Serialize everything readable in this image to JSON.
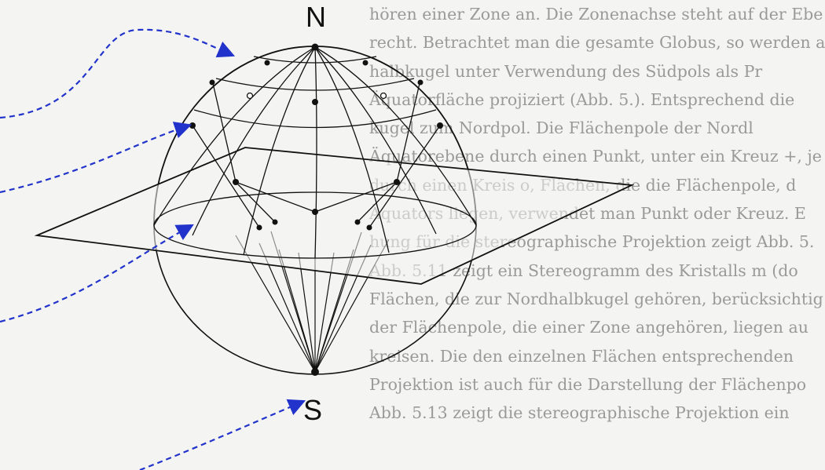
{
  "labels": {
    "north": "N",
    "south": "S"
  },
  "background_lines": [
    "hören einer Zone an. Die Zonenachse steht auf der Ebe",
    "recht. Betrachtet man die gesamte Globus, so werden a",
    "halbkugel unter Verwendung des Südpols als Pr",
    "Äquatorfläche projiziert (Abb. 5.). Entsprechend die",
    "kugel zum Nordpol. Die Flächenpole der Nordl",
    "Äquatorebene durch einen Punkt, unter ein Kreuz +, je",
    "durch einen Kreis o, Flächen, die die Flächenpole, d",
    "Äquators liegen, verwendet man Punkt oder Kreuz. E",
    "hung für die stereographische Projektion zeigt Abb. 5.",
    "Abb. 5.11 zeigt ein Stereogramm des Kristalls m (do",
    "Flächen, die zur Nordhalbkugel gehören, berücksichtig",
    "der Flächenpole, die einer Zone angehören, liegen au",
    "kreisen. Die den einzelnen Flächen entsprechenden",
    "Projektion ist auch für die Darstellung der Flächenpo",
    "Abb. 5.13 zeigt die stereographische Projektion ein"
  ],
  "colors": {
    "arrow": "#2233cc",
    "ink": "#111111",
    "background_text": "#9a9a9a"
  }
}
